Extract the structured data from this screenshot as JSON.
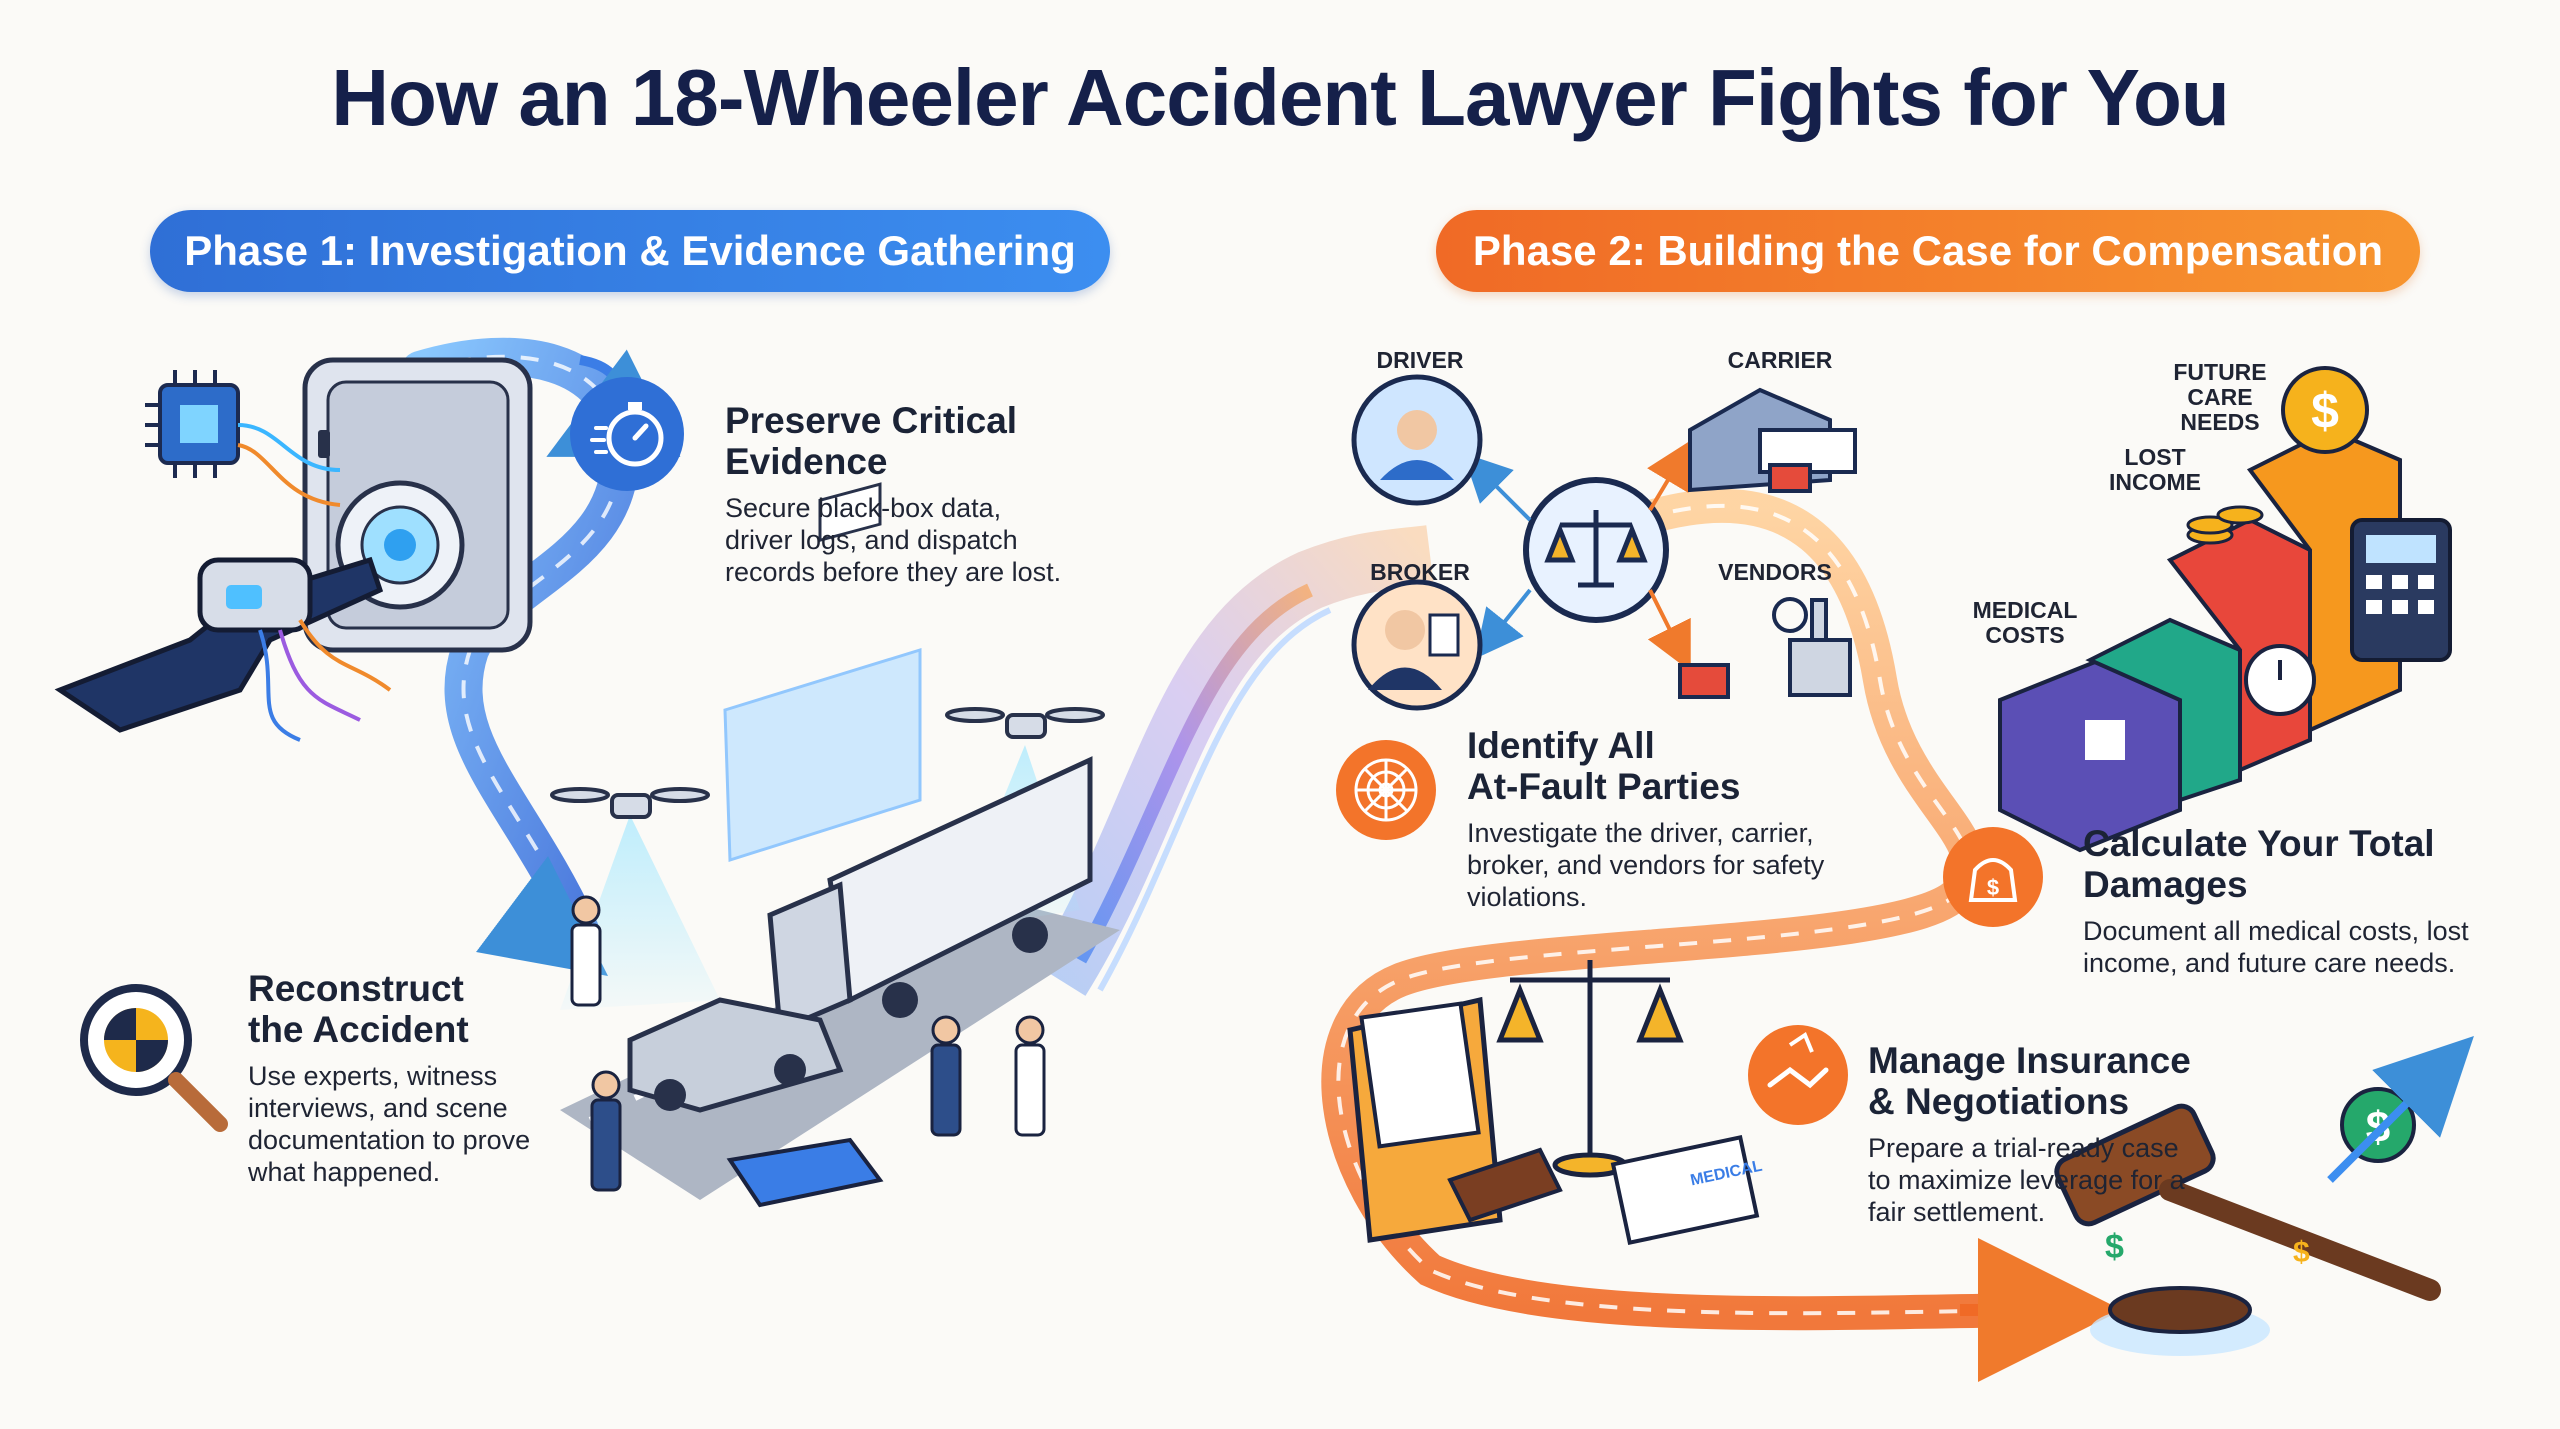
{
  "title": "How an 18-Wheeler Accident Lawyer Fights for You",
  "phases": [
    {
      "label": "Phase 1: Investigation & Evidence Gathering",
      "color": "#3580e4"
    },
    {
      "label": "Phase 2: Building the Case for Compensation",
      "color": "#f37c2b"
    }
  ],
  "steps": {
    "preserve": {
      "heading_line1": "Preserve Critical",
      "heading_line2": "Evidence",
      "desc_line1": "Secure black-box data,",
      "desc_line2": "driver logs, and dispatch",
      "desc_line3": "records before they are lost."
    },
    "reconstruct": {
      "heading_line1": "Reconstruct",
      "heading_line2": "the Accident",
      "desc_line1": "Use experts, witness",
      "desc_line2": "interviews, and scene",
      "desc_line3": "documentation to prove",
      "desc_line4": "what happened."
    },
    "identify": {
      "heading_line1": "Identify All",
      "heading_line2": "At-Fault Parties",
      "desc_line1": "Investigate the driver, carrier,",
      "desc_line2": "broker, and vendors for safety",
      "desc_line3": "violations."
    },
    "calculate": {
      "heading_line1": "Calculate Your Total",
      "heading_line2": "Damages",
      "desc_line1": "Document all medical costs, lost",
      "desc_line2": "income, and future care needs."
    },
    "manage": {
      "heading_line1": "Manage Insurance",
      "heading_line2": "& Negotiations",
      "desc_line1": "Prepare a trial-ready case",
      "desc_line2": "to maximize leverage for a",
      "desc_line3": "fair settlement."
    }
  },
  "parties": {
    "driver": "DRIVER",
    "carrier": "CARRIER",
    "broker": "BROKER",
    "vendors": "VENDORS"
  },
  "damages": {
    "future_line1": "FUTURE",
    "future_line2": "CARE",
    "future_line3": "NEEDS",
    "lost_line1": "LOST",
    "lost_line2": "INCOME",
    "medical_line1": "MEDICAL",
    "medical_line2": "COSTS"
  },
  "doc_label": "MEDICAL",
  "icons": [
    "stopwatch-icon",
    "magnifier-icon",
    "web-icon",
    "money-bag-icon",
    "handshake-icon",
    "scales-icon",
    "gavel-icon",
    "dollar-coin-icon",
    "calculator-icon",
    "truck-icon",
    "drone-icon",
    "chip-icon",
    "vault-icon"
  ],
  "colors": {
    "blue": "#3580e4",
    "orange": "#f37c2b",
    "navy": "#15204a",
    "green": "#25a86b",
    "gold": "#f6b21c"
  }
}
